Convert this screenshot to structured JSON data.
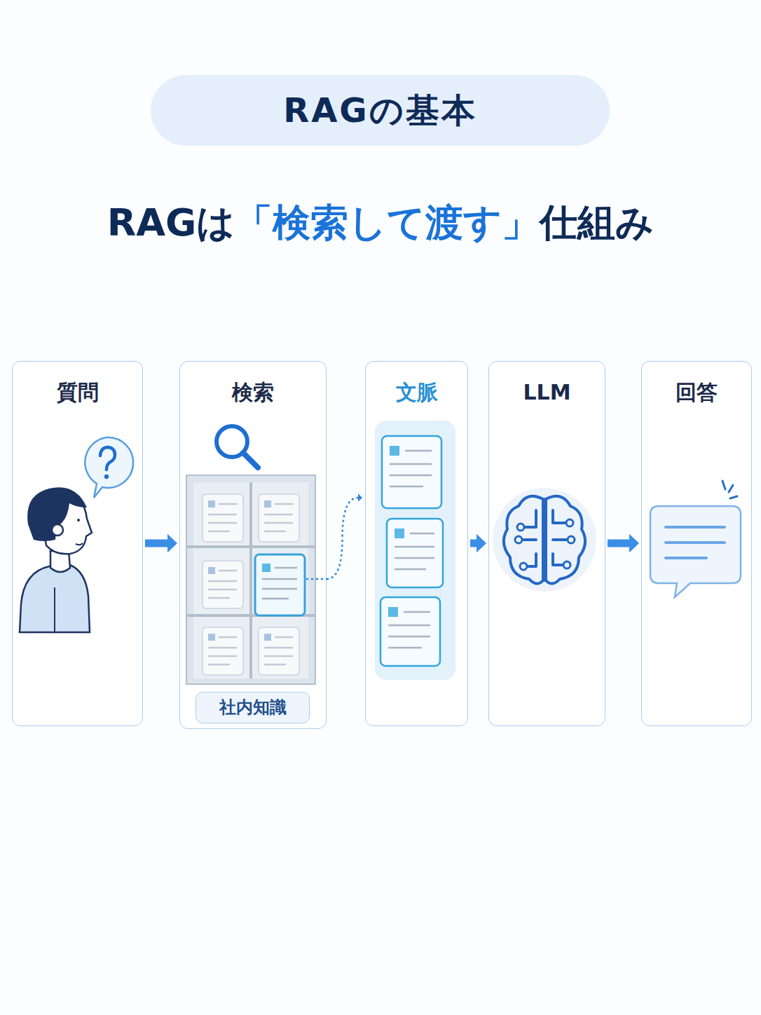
{
  "diagram": {
    "title": "RAGの基本",
    "nodes": [
      {
        "text": [
          "質問"
        ]
      },
      {
        "text": [
          "検索"
        ]
      },
      {
        "text": [
          "社内知識"
        ],
        "in": 1
      },
      {
        "text": [
          "文脈"
        ]
      },
      {
        "text": [
          "LLM"
        ]
      },
      {
        "text": [
          "回答"
        ]
      }
    ],
    "edges": [
      {
        "from": 0,
        "to": 1,
        "arrow": "to"
      },
      {
        "from": 1,
        "to": 3,
        "arrow": "to"
      },
      {
        "from": 3,
        "to": 4,
        "arrow": "to"
      },
      {
        "from": 4,
        "to": 5,
        "arrow": "to"
      }
    ],
    "labels": [
      "RAGは",
      "「検索して渡す」",
      "仕組み"
    ]
  }
}
